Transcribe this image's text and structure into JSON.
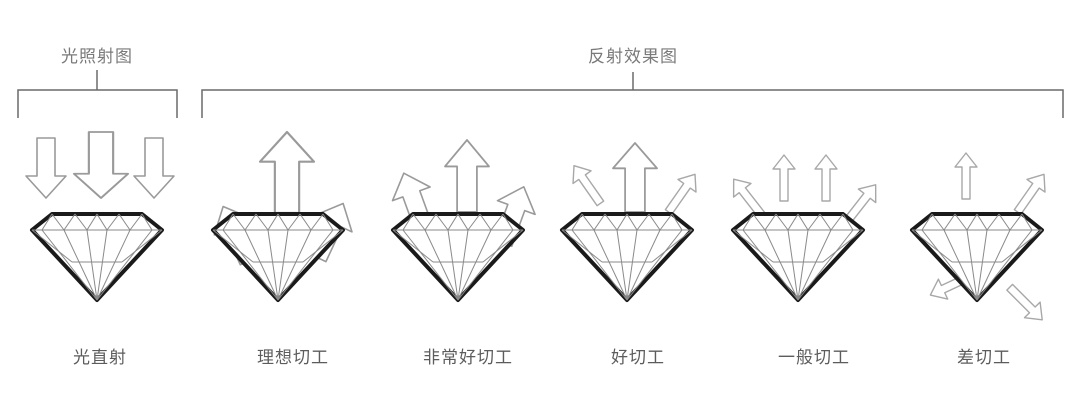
{
  "headers": {
    "light_diagram": "光照射图",
    "reflection_effect": "反射效果图"
  },
  "labels": {
    "direct_light": "光直射",
    "ideal_cut": "理想切工",
    "very_good_cut": "非常好切工",
    "good_cut": "好切工",
    "fair_cut": "一般切工",
    "poor_cut": "差切工"
  }
}
